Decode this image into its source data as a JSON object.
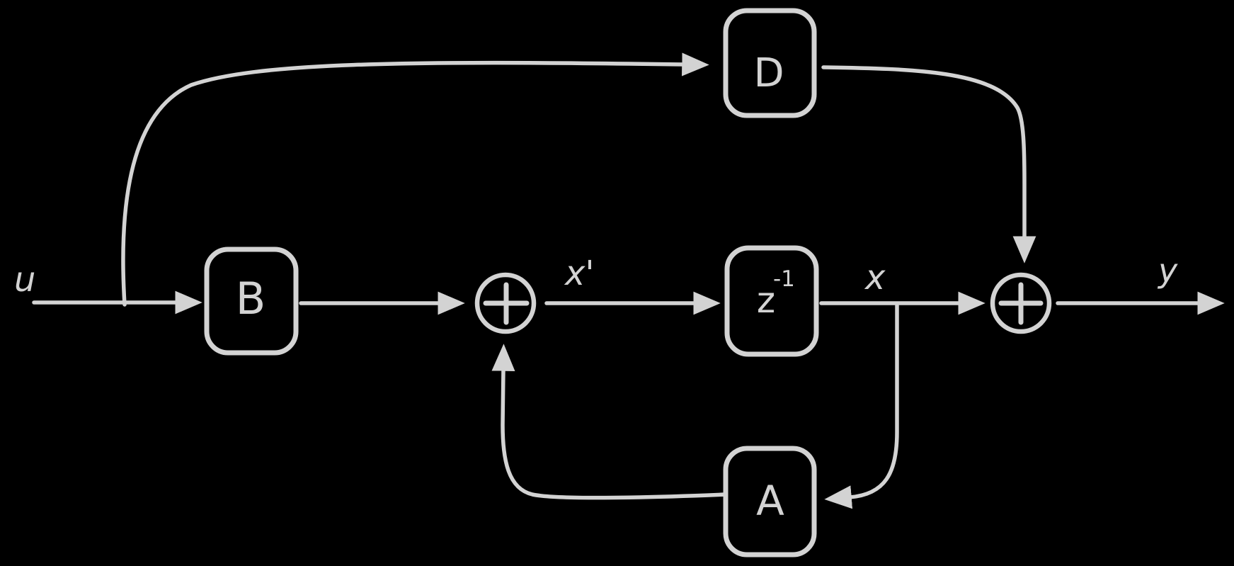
{
  "colors": {
    "background": "#000000",
    "stroke": "#d3d3d3"
  },
  "diagram": {
    "signals": {
      "input": "u",
      "state_next": "x'",
      "state": "x",
      "output": "y"
    },
    "blocks": {
      "feedthrough": "D",
      "input_matrix": "B",
      "delay_base": "z",
      "delay_exponent": "-1",
      "state_matrix": "A"
    },
    "junctions": {
      "sum_operator": "+"
    }
  }
}
